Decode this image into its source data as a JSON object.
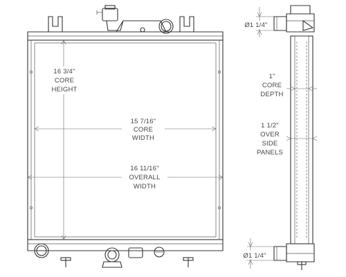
{
  "dimensions": {
    "core_height": {
      "value": "16 3/4\"",
      "line1": "CORE",
      "line2": "HEIGHT"
    },
    "core_width": {
      "value": "15 7/16\"",
      "line1": "CORE",
      "line2": "WIDTH"
    },
    "overall_width": {
      "value": "16 11/16\"",
      "line1": "OVERALL",
      "line2": "WIDTH"
    },
    "inlet_top": {
      "value": "Ø1 1/4\""
    },
    "outlet_bottom": {
      "value": "Ø1 1/4\""
    },
    "core_depth": {
      "value": "1\"",
      "line1": "CORE",
      "line2": "DEPTH"
    },
    "side_panels": {
      "value": "1 1/2\"",
      "line1": "OVER",
      "line2": "SIDE",
      "line3": "PANELS"
    }
  }
}
